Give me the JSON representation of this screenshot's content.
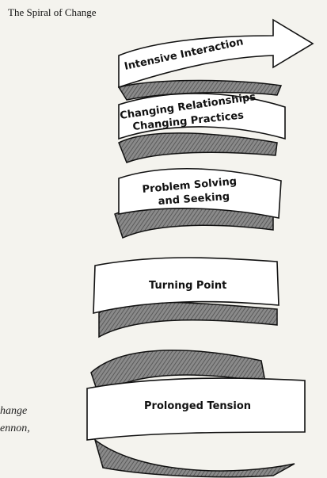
{
  "figure": {
    "title": "The Spiral of Change",
    "stages": [
      {
        "lines": [
          "Intensive Interaction"
        ]
      },
      {
        "lines": [
          "Changing Relationships",
          "Changing Practices"
        ]
      },
      {
        "lines": [
          "Problem Solving",
          "and Seeking"
        ]
      },
      {
        "lines": [
          "Turning Point"
        ]
      },
      {
        "lines": [
          "Prolonged Tension"
        ]
      }
    ],
    "margin_fragments": [
      "hange",
      "ennon,"
    ]
  }
}
